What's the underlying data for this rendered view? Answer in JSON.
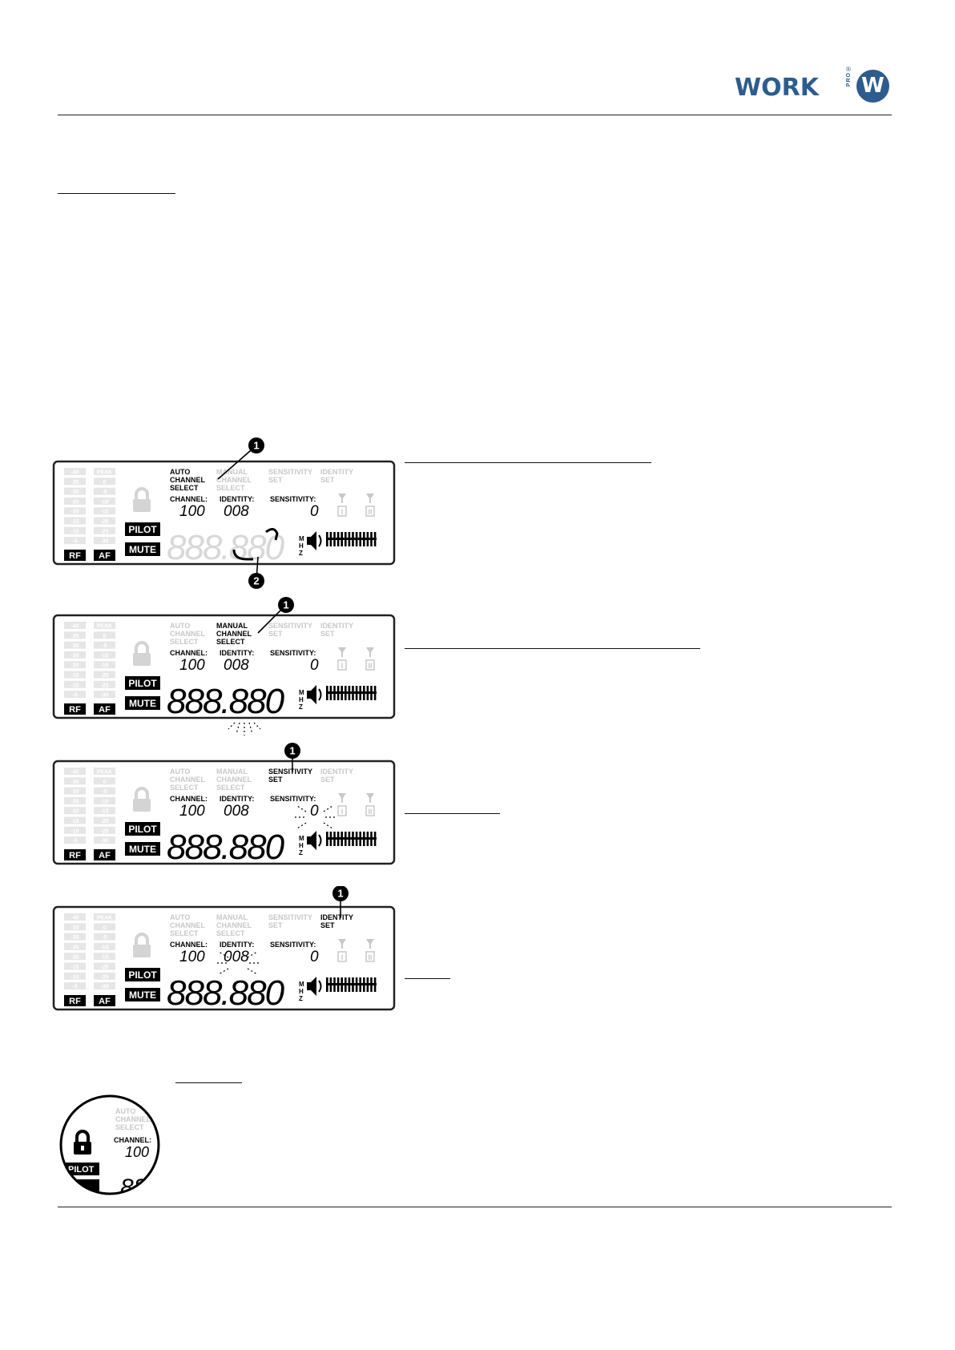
{
  "logo": {
    "text": "WORK",
    "sub": "PRO",
    "reg": "®",
    "mark": "W"
  },
  "lcd": {
    "meter_rf": [
      "-40",
      "-35",
      "-30",
      "-25",
      "-20",
      "-15",
      "-10",
      "-5"
    ],
    "meter_af": [
      "PEAK",
      "0",
      "-5",
      "-10",
      "-15",
      "-20",
      "-25",
      "-30"
    ],
    "rf": "RF",
    "af": "AF",
    "pilot": "PILOT",
    "mute": "MUTE",
    "mode_auto": [
      "AUTO",
      "CHANNEL",
      "SELECT"
    ],
    "mode_manual": [
      "MANUAL",
      "CHANNEL",
      "SELECT"
    ],
    "mode_sens": [
      "SENSITIVITY",
      "SET"
    ],
    "mode_ident": [
      "IDENTITY",
      "SET"
    ],
    "channel_label": "CHANNEL:",
    "identity_label": "IDENTITY:",
    "sensitivity_label": "SENSITIVITY:",
    "channel_value": "100",
    "identity_value": "008",
    "sensitivity_value": "0",
    "frequency_value": "888.880",
    "mhz": [
      "M",
      "H",
      "Z"
    ],
    "antenna_1": "I",
    "antenna_2": "II"
  },
  "callouts": {
    "one": "1",
    "two": "2"
  },
  "colors": {
    "logo_blue": "#2e5c8e",
    "lcd_active": "#000000",
    "lcd_inactive": "#c8c8c8"
  }
}
